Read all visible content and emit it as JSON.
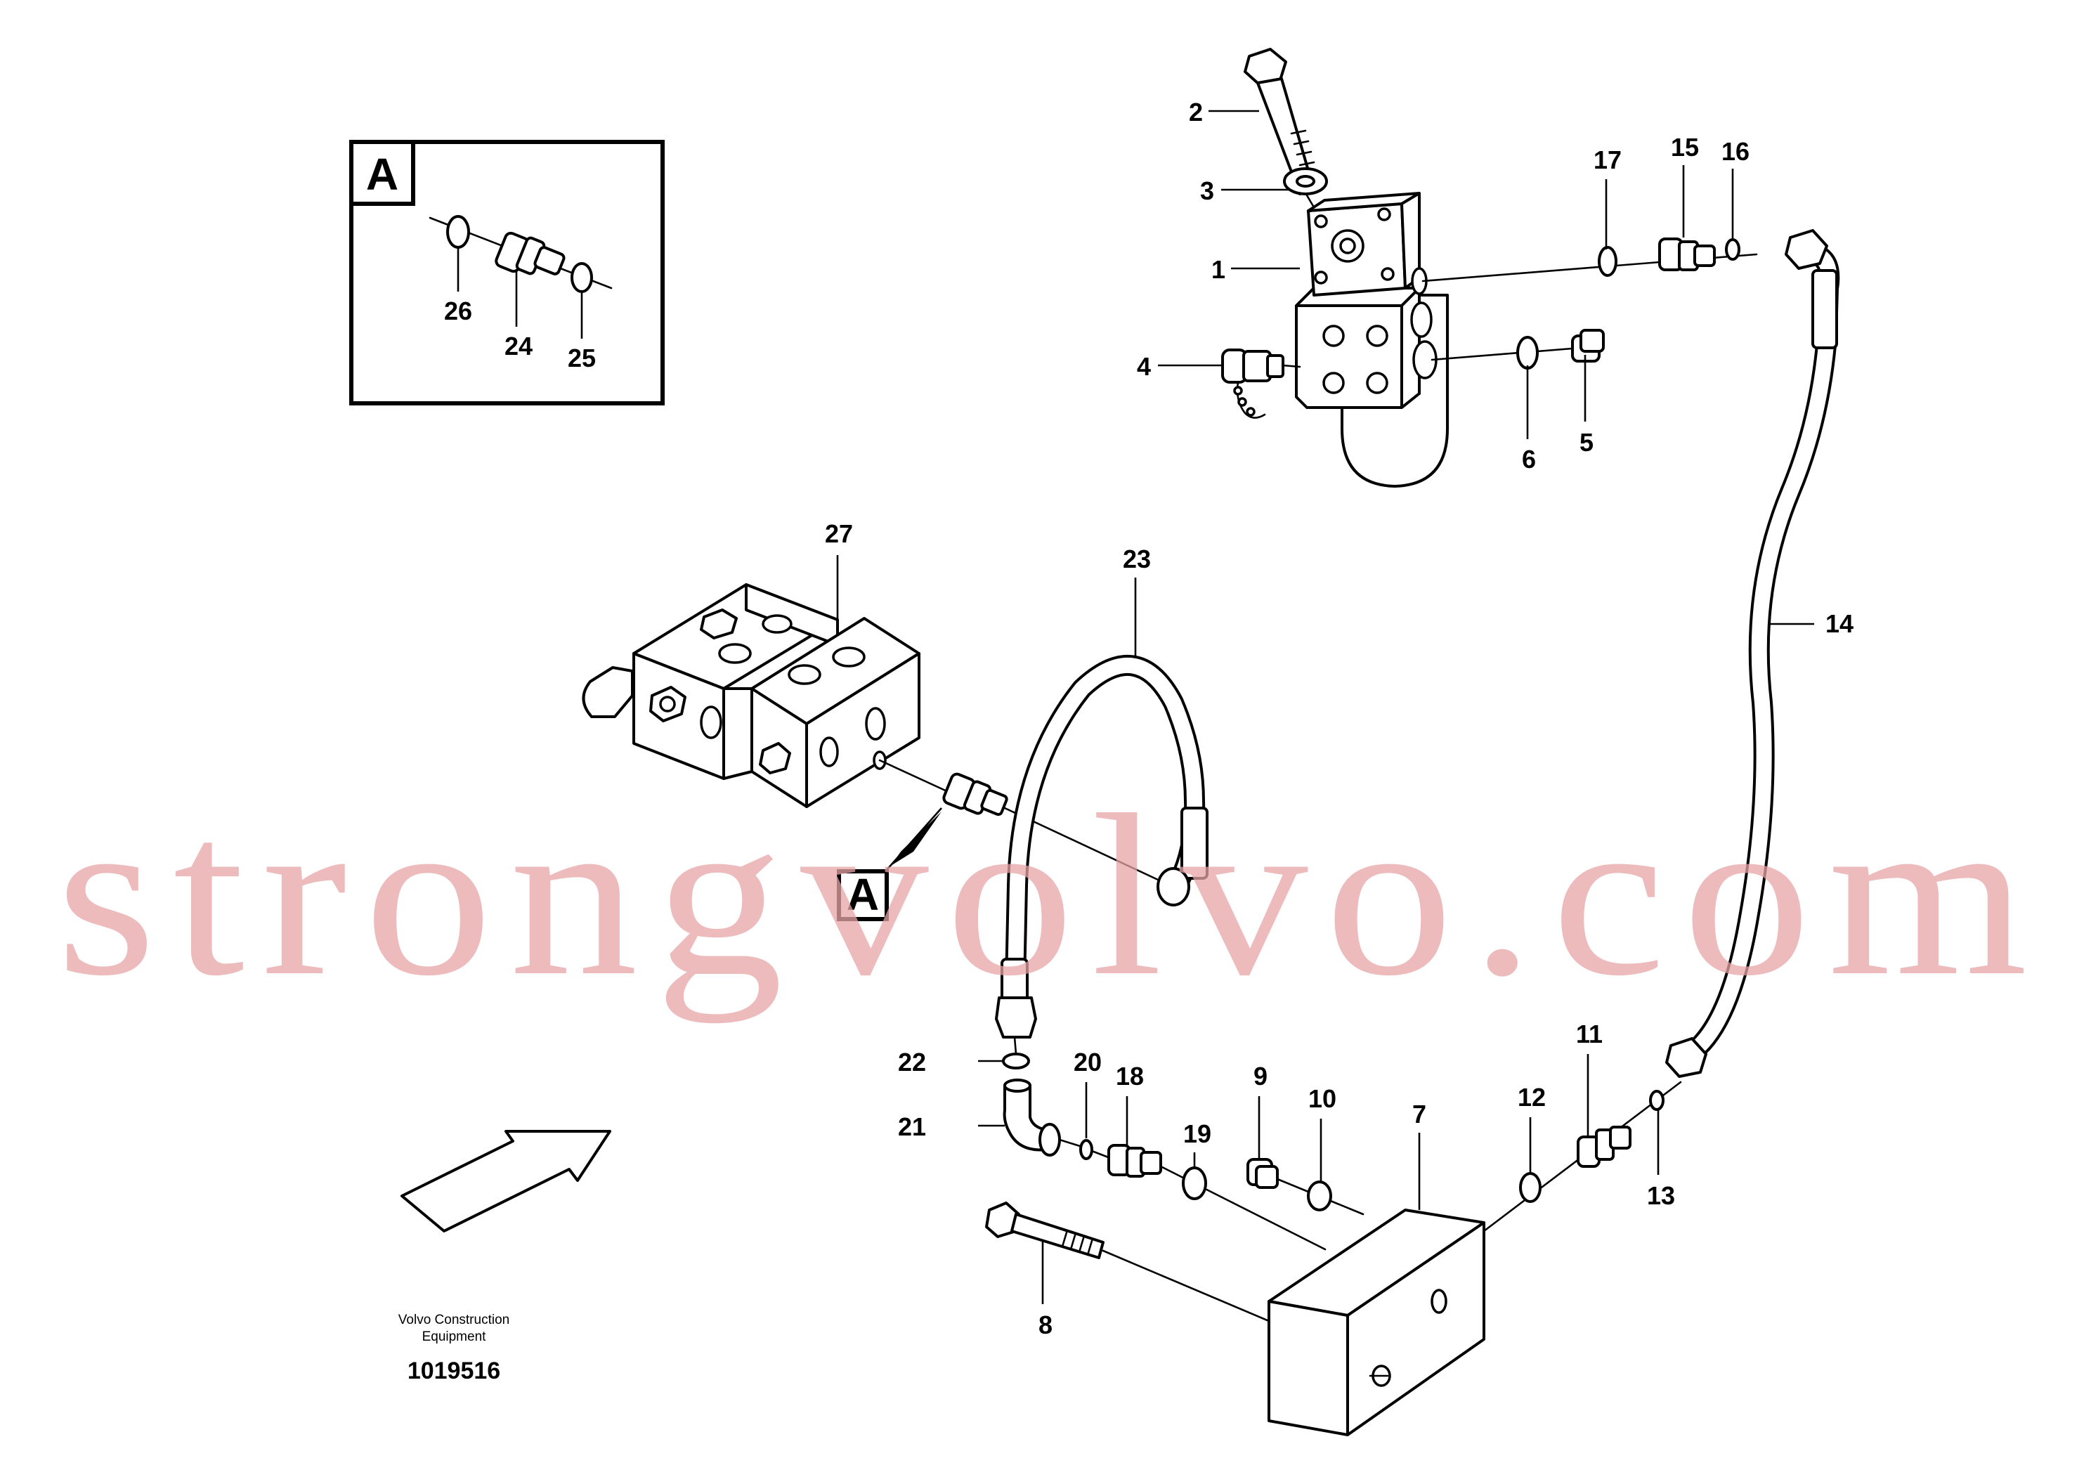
{
  "inset": {
    "letter": "A",
    "callouts": [
      "26",
      "24",
      "25"
    ]
  },
  "reference_tag": "A",
  "callouts": {
    "c1": "1",
    "c2": "2",
    "c3": "3",
    "c4": "4",
    "c5": "5",
    "c6": "6",
    "c7": "7",
    "c8": "8",
    "c9": "9",
    "c10": "10",
    "c11": "11",
    "c12": "12",
    "c13": "13",
    "c14": "14",
    "c15": "15",
    "c16": "16",
    "c17": "17",
    "c18": "18",
    "c19": "19",
    "c20": "20",
    "c21": "21",
    "c22": "22",
    "c23": "23",
    "c27": "27"
  },
  "footer": {
    "line1": "Volvo Construction",
    "line2": "Equipment",
    "code": "1019516"
  },
  "watermark": "strongvolvo.com",
  "colors": {
    "line": "#000000",
    "background": "#ffffff",
    "watermark": "#e8a4a7"
  }
}
